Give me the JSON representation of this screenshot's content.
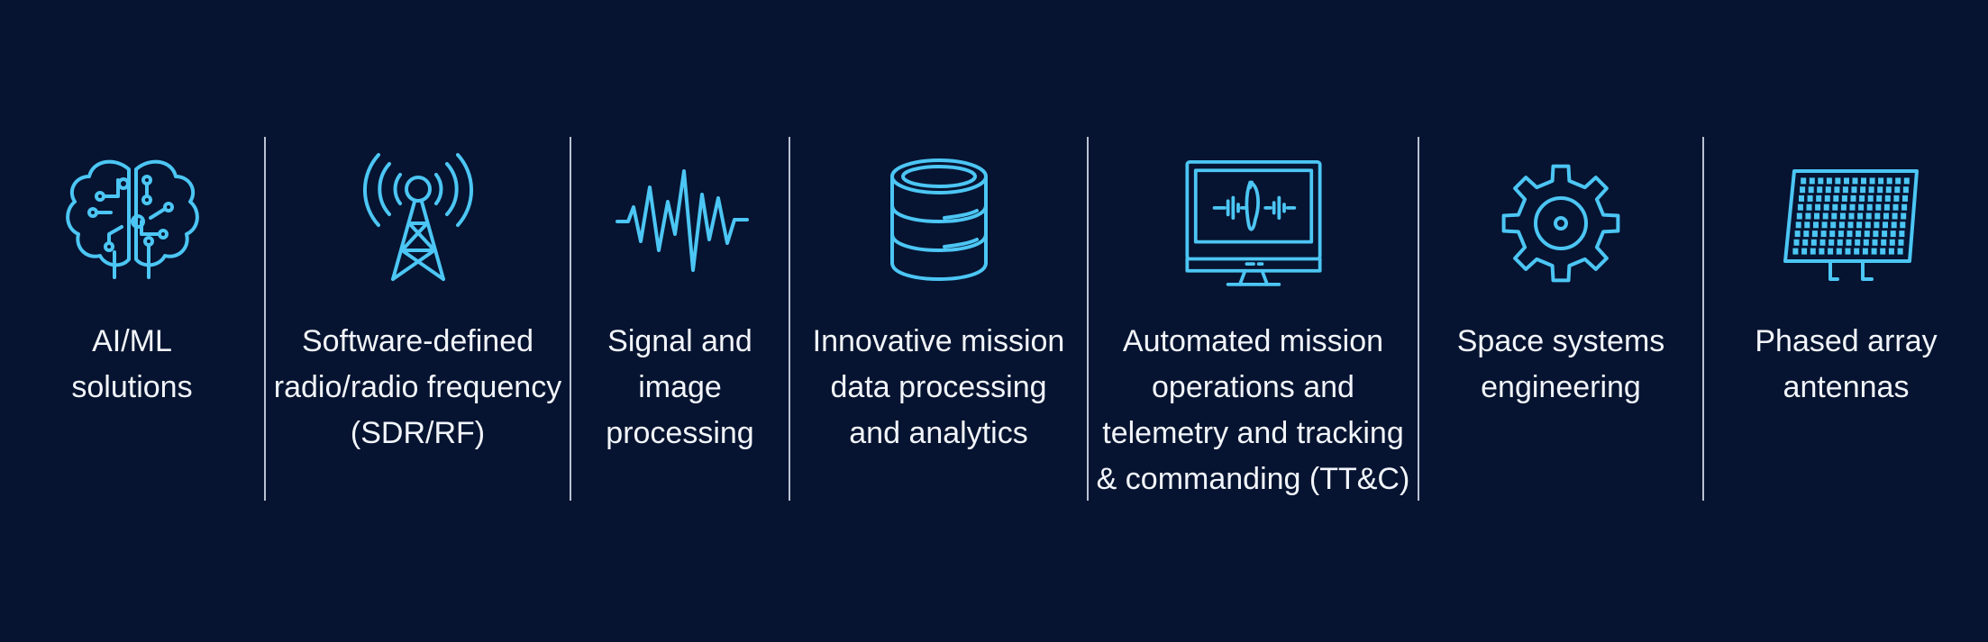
{
  "colors": {
    "background": "#061431",
    "icon": "#4cc6f4",
    "text": "#f2f5fa",
    "divider": "#b9c2d3"
  },
  "items": [
    {
      "icon": "brain-circuit-icon",
      "label_lines": [
        "AI/ML",
        "solutions"
      ]
    },
    {
      "icon": "radio-tower-icon",
      "label_lines": [
        "Software-defined",
        "radio/radio frequency",
        "(SDR/RF)"
      ]
    },
    {
      "icon": "waveform-icon",
      "label_lines": [
        "Signal and",
        "image",
        "processing"
      ]
    },
    {
      "icon": "database-icon",
      "label_lines": [
        "Innovative mission",
        "data processing",
        "and analytics"
      ]
    },
    {
      "icon": "monitor-telemetry-icon",
      "label_lines": [
        "Automated mission",
        "operations and",
        "telemetry and tracking",
        "& commanding (TT&C)"
      ]
    },
    {
      "icon": "gear-icon",
      "label_lines": [
        "Space systems",
        "engineering"
      ]
    },
    {
      "icon": "phased-array-panel-icon",
      "label_lines": [
        "Phased array",
        "antennas"
      ]
    }
  ]
}
